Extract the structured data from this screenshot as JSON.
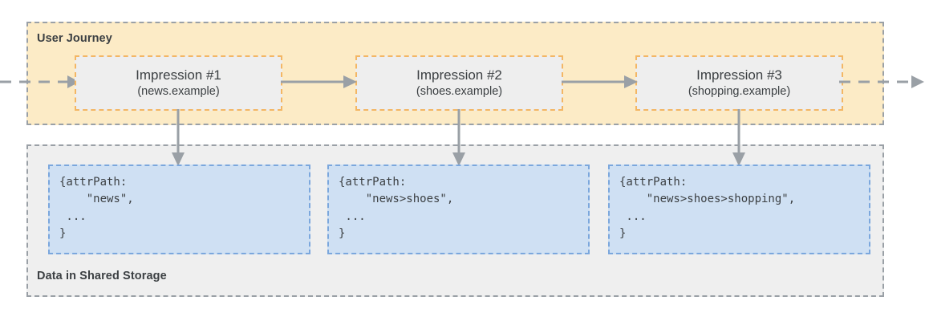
{
  "diagram": {
    "title": "User Journey and Shared Storage attrPath diagram",
    "colors": {
      "journey_fill": "#FCEBC6",
      "journey_border": "#9AA0A6",
      "impression_fill": "#EEEEEE",
      "impression_border": "#F3B664",
      "storage_fill": "#EFEFEF",
      "storage_border": "#9AA0A6",
      "data_fill": "#CFE0F3",
      "data_border": "#7BA7DD",
      "arrow": "#9AA0A6",
      "text": "#3C4043"
    }
  },
  "journey": {
    "label": "User Journey",
    "impressions": [
      {
        "title": "Impression #1",
        "site": "(news.example)"
      },
      {
        "title": "Impression #2",
        "site": "(shoes.example)"
      },
      {
        "title": "Impression #3",
        "site": "(shopping.example)"
      }
    ]
  },
  "storage": {
    "label": "Data in Shared Storage",
    "records": [
      {
        "code": "{attrPath:\n    \"news\",\n ...\n}"
      },
      {
        "code": "{attrPath:\n    \"news>shoes\",\n ...\n}"
      },
      {
        "code": "{attrPath:\n    \"news>shoes>shopping\",\n ...\n}"
      }
    ]
  },
  "connectors": {
    "enter": "dashed-arrow-right",
    "exit": "dashed-arrow-right",
    "between": "solid-arrow-right",
    "to_storage": "solid-arrow-down"
  }
}
